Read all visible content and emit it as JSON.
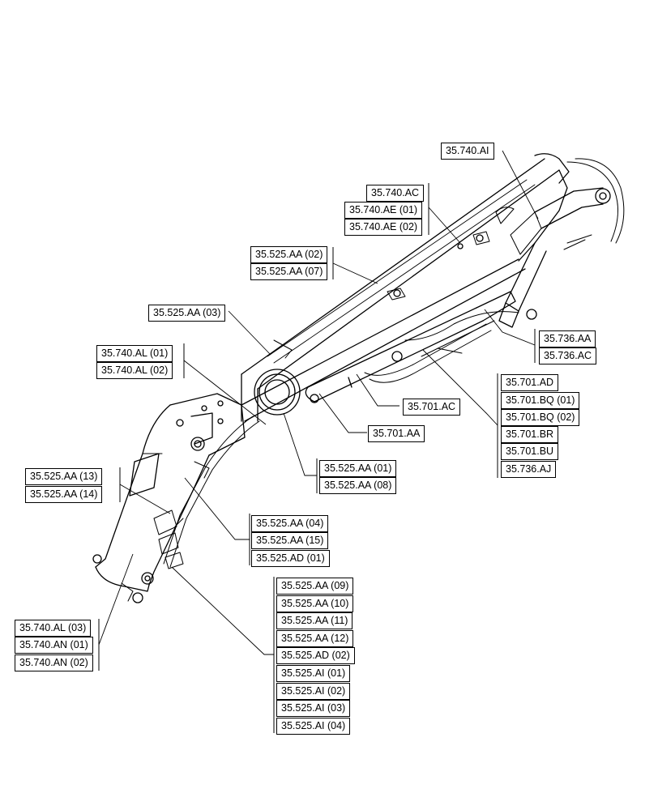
{
  "colors": {
    "line": "#000000",
    "background": "#ffffff"
  },
  "callouts": [
    {
      "id": "c01",
      "label": "35.740.AI"
    },
    {
      "id": "c02",
      "label": "35.740.AC"
    },
    {
      "id": "c03",
      "label": "35.740.AE (01)"
    },
    {
      "id": "c04",
      "label": "35.740.AE (02)"
    },
    {
      "id": "c05",
      "label": "35.525.AA (02)"
    },
    {
      "id": "c06",
      "label": "35.525.AA (07)"
    },
    {
      "id": "c07",
      "label": "35.525.AA (03)"
    },
    {
      "id": "c08",
      "label": "35.740.AL (01)"
    },
    {
      "id": "c09",
      "label": "35.740.AL (02)"
    },
    {
      "id": "c10",
      "label": "35.736.AA"
    },
    {
      "id": "c11",
      "label": "35.736.AC"
    },
    {
      "id": "c12",
      "label": "35.701.AD"
    },
    {
      "id": "c13",
      "label": "35.701.BQ (01)"
    },
    {
      "id": "c14",
      "label": "35.701.BQ (02)"
    },
    {
      "id": "c15",
      "label": "35.701.BR"
    },
    {
      "id": "c16",
      "label": "35.701.BU"
    },
    {
      "id": "c17",
      "label": "35.736.AJ"
    },
    {
      "id": "c18",
      "label": "35.701.AC"
    },
    {
      "id": "c19",
      "label": "35.701.AA"
    },
    {
      "id": "c20",
      "label": "35.525.AA (01)"
    },
    {
      "id": "c21",
      "label": "35.525.AA (08)"
    },
    {
      "id": "c22",
      "label": "35.525.AA (13)"
    },
    {
      "id": "c23",
      "label": "35.525.AA (14)"
    },
    {
      "id": "c24",
      "label": "35.525.AA (04)"
    },
    {
      "id": "c25",
      "label": "35.525.AA (15)"
    },
    {
      "id": "c26",
      "label": "35.525.AD (01)"
    },
    {
      "id": "c27",
      "label": "35.525.AA (09)"
    },
    {
      "id": "c28",
      "label": "35.525.AA (10)"
    },
    {
      "id": "c29",
      "label": "35.525.AA (11)"
    },
    {
      "id": "c30",
      "label": "35.525.AA (12)"
    },
    {
      "id": "c31",
      "label": "35.525.AD (02)"
    },
    {
      "id": "c32",
      "label": "35.525.AI (01)"
    },
    {
      "id": "c33",
      "label": "35.525.AI (02)"
    },
    {
      "id": "c34",
      "label": "35.525.AI (03)"
    },
    {
      "id": "c35",
      "label": "35.525.AI (04)"
    },
    {
      "id": "c36",
      "label": "35.740.AL (03)"
    },
    {
      "id": "c37",
      "label": "35.740.AN (01)"
    },
    {
      "id": "c38",
      "label": "35.740.AN (02)"
    }
  ]
}
